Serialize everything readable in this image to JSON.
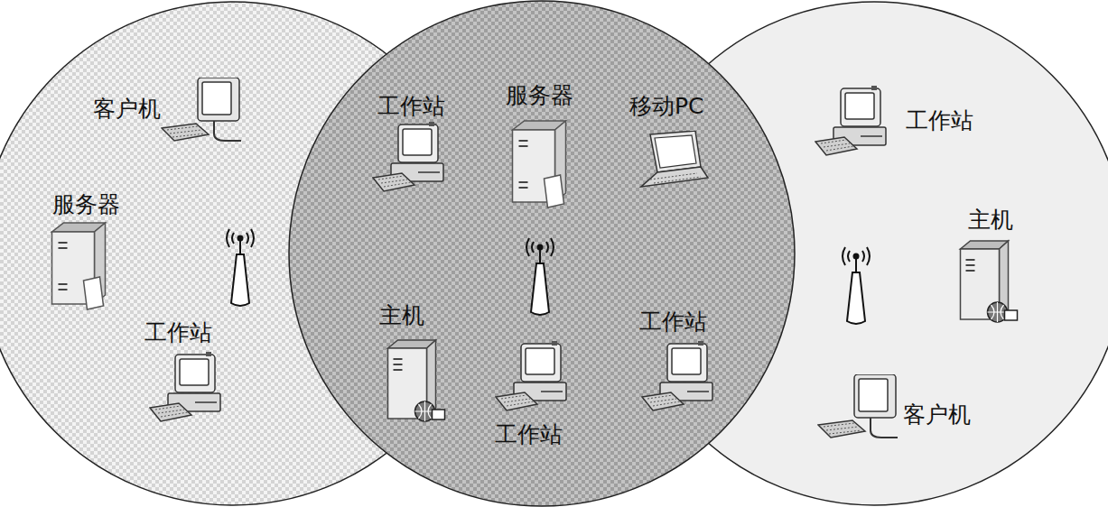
{
  "diagram": {
    "labels": [
      "客户机",
      "服务器",
      "工作站",
      "工作站",
      "服务器",
      "移动PC",
      "主机",
      "工作站",
      "工作站",
      "工作站",
      "主机",
      "客户机"
    ]
  }
}
